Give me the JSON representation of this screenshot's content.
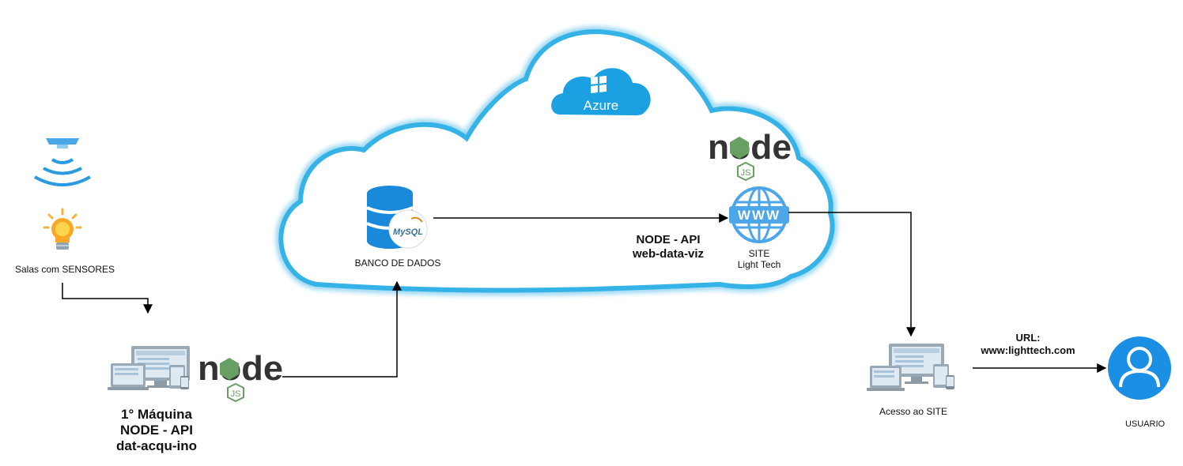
{
  "sensors": {
    "label": "Salas com SENSORES"
  },
  "machine": {
    "line1": "1° Máquina",
    "line2": "NODE - API",
    "line3": "dat-acqu-ino"
  },
  "database": {
    "label": "BANCO DE DADOS",
    "logo_text": "MySQL"
  },
  "cloud": {
    "provider": "Azure"
  },
  "node_logo": {
    "word": "node",
    "badge": "JS"
  },
  "api": {
    "line1": "NODE - API",
    "line2": "web-data-viz"
  },
  "site": {
    "line1": "SITE",
    "line2": "Light Tech",
    "icon_text": "WWW"
  },
  "access": {
    "label": "Acesso ao SITE"
  },
  "url": {
    "line1": "URL:",
    "line2": "www:lighttech.com"
  },
  "user": {
    "label": "USUARIO"
  },
  "colors": {
    "accent": "#1ba1e2",
    "cloud_stroke": "#36b3e6",
    "icon_blue": "#4da6e8",
    "node_green": "#689f63",
    "node_dark": "#333333"
  }
}
